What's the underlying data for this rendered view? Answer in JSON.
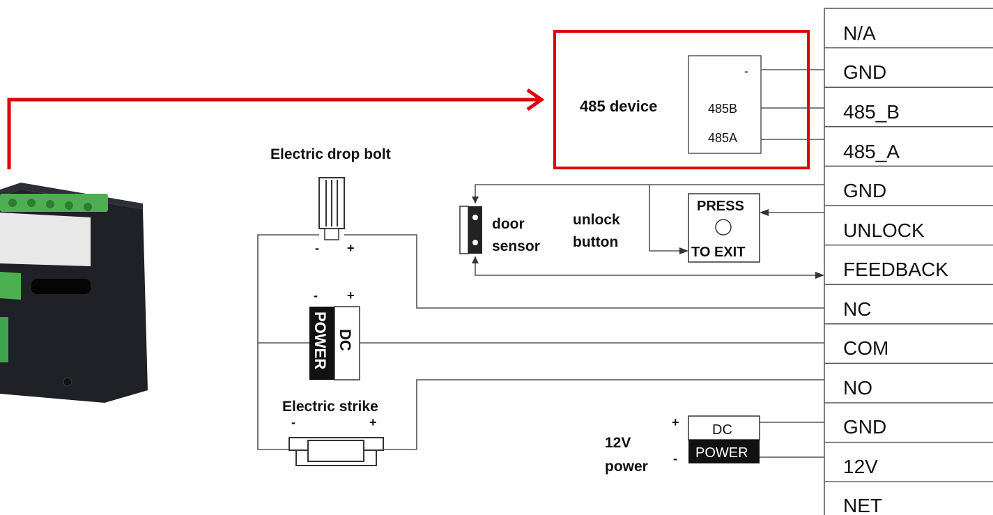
{
  "terminals": [
    "N/A",
    "GND",
    "485_B",
    "485_A",
    "GND",
    "UNLOCK",
    "FEEDBACK",
    "NC",
    "COM",
    "NO",
    "GND",
    "12V",
    "NET"
  ],
  "device485": {
    "label": "485 device",
    "pins": [
      "-",
      "485B",
      "485A"
    ],
    "highlight_color": "#e00000"
  },
  "drop_bolt": {
    "label": "Electric drop bolt",
    "minus": "-",
    "plus": "+"
  },
  "dc_power_1": {
    "dc": "DC",
    "power": "POWER",
    "minus": "-",
    "plus": "+"
  },
  "strike": {
    "label": "Electric strike",
    "minus": "-",
    "plus": "+"
  },
  "door_sensor": {
    "line1": "door",
    "line2": "sensor"
  },
  "unlock_button": {
    "line1": "unlock",
    "line2": "button",
    "top": "PRESS",
    "bottom": "TO EXIT"
  },
  "power12": {
    "line1": "12V",
    "line2": "power",
    "dc": "DC",
    "power": "POWER",
    "plus": "+",
    "minus": "-"
  },
  "arrow_color": "#e00000"
}
